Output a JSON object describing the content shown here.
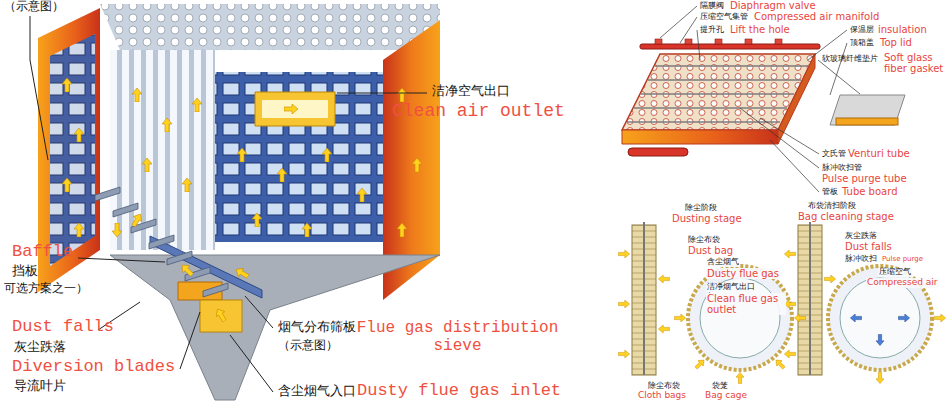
{
  "diagram": {
    "labels": [
      "（示意图）",
      "洁净空气出口",
      "Clean air outlet",
      "Baffle",
      "挡板",
      "可选方案之一）",
      "Dust falls",
      "灰尘跌落",
      "Diversion blades",
      "导流叶片",
      "烟气分布筛板",
      "Flue gas distribution sieve",
      "（示意图）",
      "含尘烟气入口",
      "Dusty flue gas inlet",
      "隔膜阀",
      "Diaphragm valve",
      "压缩空气集管",
      "Compressed air manifold",
      "保温层",
      "insulation",
      "提升孔",
      "Lift the hole",
      "顶箱盖",
      "Top lid",
      "软玻璃纤维垫片",
      "Soft glass fiber gasket",
      "文氏管",
      "Venturi tube",
      "脉冲吹扫管",
      "Pulse purge tube",
      "管板",
      "Tube board",
      "除尘阶段",
      "Dusting stage",
      "布袋清扫阶段",
      "Bag cleaning stage",
      "除尘布袋",
      "Dust bag",
      "含尘烟气",
      "Dusty flue gas",
      "洁净烟气出口",
      "Clean flue gas outlet",
      "灰尘跌落",
      "Dust falls",
      "脉冲吹扫",
      "Pulse purge",
      "压缩空气",
      "Compressed air",
      "除尘布袋",
      "Cloth bags",
      "袋笼",
      "Bag cage"
    ]
  }
}
